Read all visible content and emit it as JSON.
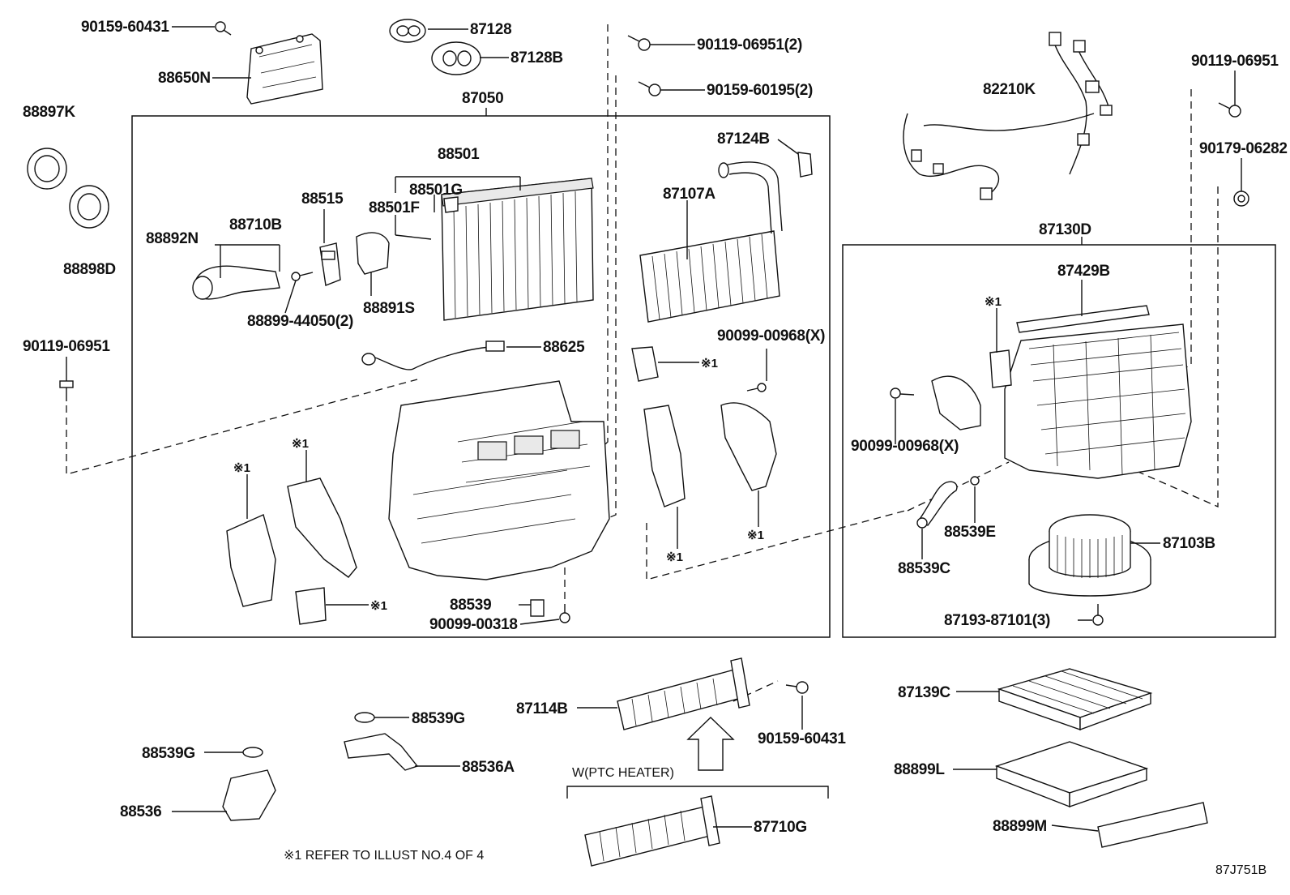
{
  "diagram": {
    "labels": {
      "l90159_60431_top": "90159-60431",
      "l88650N": "88650N",
      "l87128": "87128",
      "l87128B": "87128B",
      "l90119_06951_2": "90119-06951(2)",
      "l90159_60195_2": "90159-60195(2)",
      "l82210K": "82210K",
      "l90119_06951_r": "90119-06951",
      "l90179_06282": "90179-06282",
      "l88897K": "88897K",
      "l88898D": "88898D",
      "l87050": "87050",
      "l88501": "88501",
      "l88501G": "88501G",
      "l88501F": "88501F",
      "l88515": "88515",
      "l88892N": "88892N",
      "l88710B": "88710B",
      "l88891S": "88891S",
      "l88899_44050": "88899-44050(2)",
      "l87124B": "87124B",
      "l87107A": "87107A",
      "l88625": "88625",
      "l90119_06951_l": "90119-06951",
      "l90099_00968_x1": "90099-00968(X)",
      "l87130D": "87130D",
      "l87429B": "87429B",
      "l90099_00968_x2": "90099-00968(X)",
      "l88539E": "88539E",
      "l88539C": "88539C",
      "l87103B": "87103B",
      "l87193_87101": "87193-87101(3)",
      "l88539": "88539",
      "l90099_00318": "90099-00318",
      "l87114B": "87114B",
      "l90159_60431_b": "90159-60431",
      "l87139C": "87139C",
      "l88899L": "88899L",
      "l88899M": "88899M",
      "l88539G_a": "88539G",
      "l88536A": "88536A",
      "l88539G_b": "88539G",
      "l88536": "88536",
      "l87710G": "87710G"
    },
    "refs": {
      "r1": "※1",
      "r2": "※1",
      "r3": "※1",
      "r4": "※1",
      "r5": "※1",
      "r6": "※1",
      "r7": "※1",
      "r8": "※1"
    },
    "ptc_heater_label": "W(PTC HEATER)",
    "footnote": "※1 REFER TO ILLUST NO.4 OF 4",
    "illustration_code": "87J751B"
  }
}
